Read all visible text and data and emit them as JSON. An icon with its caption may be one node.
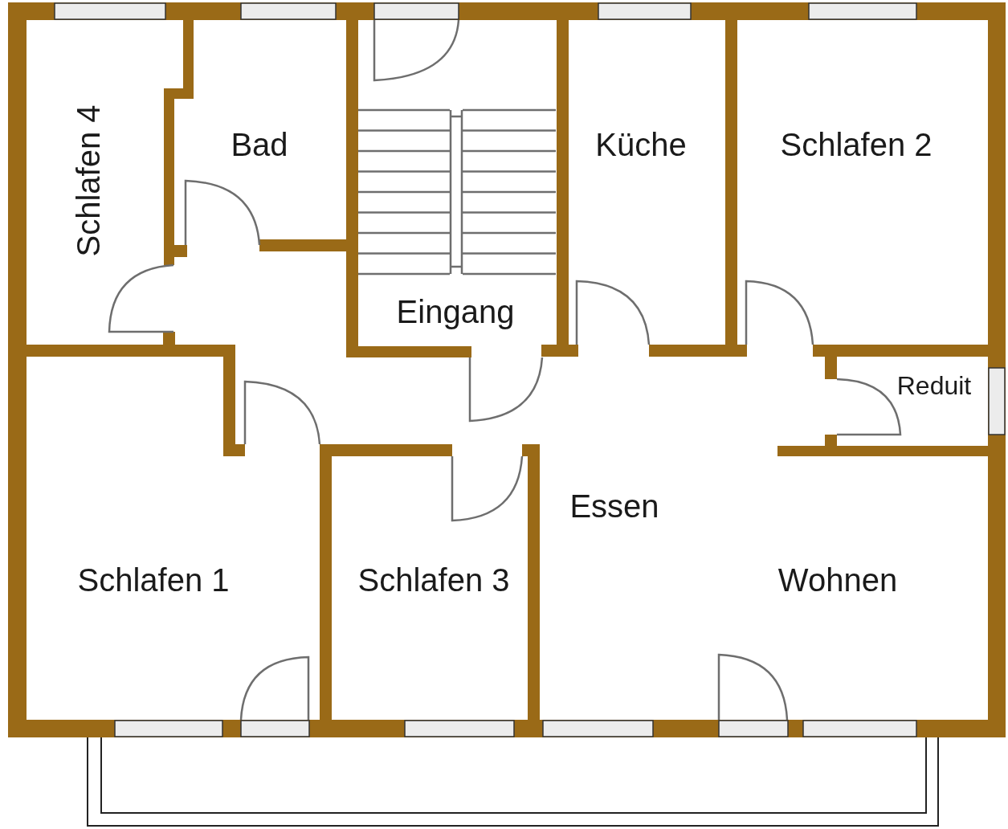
{
  "diagram": {
    "labels": [
      "Schlafen 4",
      "Bad",
      "Küche",
      "Schlafen 2",
      "Eingang",
      "Reduit",
      "Essen",
      "Schlafen 1",
      "Schlafen 3",
      "Wohnen"
    ]
  }
}
